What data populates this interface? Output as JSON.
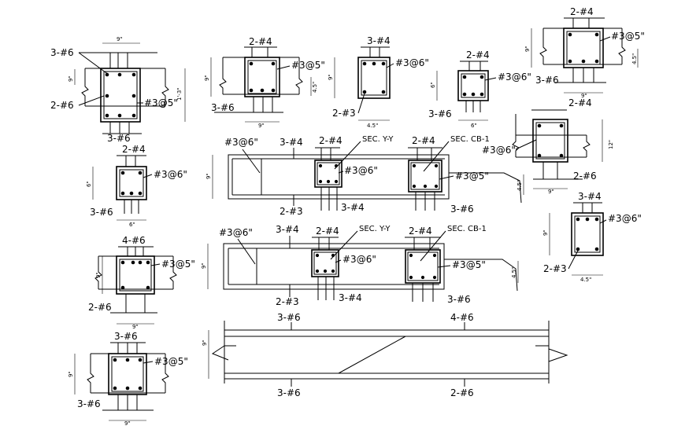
{
  "labels": {
    "s1_top": "3-#6",
    "s1_left": "2-#6",
    "s1_stir": "#3@5\"",
    "s1_bot": "3-#6",
    "s1_w": "9\"",
    "s1_h": "1'-3\"",
    "s2_top": "2-#4",
    "s2_stir": "#3@5\"",
    "s2_bot": "3-#6",
    "s2_w": "9\"",
    "s2_h": "9\"",
    "s2_side": "4.5\"",
    "s3_top": "3-#4",
    "s3_stir": "#3@6\"",
    "s3_bot": "2-#3",
    "s3_w": "4.5\"",
    "s3_h": "9\"",
    "s4_top": "2-#4",
    "s4_stir": "#3@6\"",
    "s4_bot": "3-#6",
    "s4_w": "6\"",
    "s4_h": "6\"",
    "s5_top": "2-#4",
    "s5_stir": "#3@5\"",
    "s5_mid": "3-#6",
    "s5_bot": "2-#4",
    "s5_w": "9\"",
    "s5_h": "9\"",
    "s5_side": "4.5\"",
    "s6_top": "2-#4",
    "s6_stir": "#3@6\"",
    "s6_bot": "3-#6",
    "s6_w": "6\"",
    "s6_h": "6\"",
    "b1_stir": "#3@6\"",
    "b1_top": "3-#4",
    "b1_bot": "2-#3",
    "b1_h": "9\"",
    "b1_sy_top": "2-#4",
    "b1_sy": "SEC. Y-Y",
    "b1_sy_stir": "#3@6\"",
    "b1_sy_bot": "3-#4",
    "b1_sc_top": "2-#4",
    "b1_sc": "SEC. CB-1",
    "b1_sc_stir": "#3@5\"",
    "b1_sc_bot": "3-#6",
    "s7_stir": "#3@6\"",
    "s7_bot": "2-#6",
    "s7_w": "9\"",
    "s7_h": "12\"",
    "s7_side": "4.5\"",
    "s8_top": "4-#6",
    "s8_stir": "#3@5\"",
    "s8_bot": "2-#6",
    "s8_w": "9\"",
    "s8_h": "9\"",
    "b2_stir": "#3@6\"",
    "b2_top": "3-#4",
    "b2_bot": "2-#3",
    "b2_h": "9\"",
    "b2_sy_top": "2-#4",
    "b2_sy": "SEC. Y-Y",
    "b2_sy_stir": "#3@6\"",
    "b2_sy_bot": "3-#4",
    "b2_sc_top": "2-#4",
    "b2_sc": "SEC. CB-1",
    "b2_sc_stir": "#3@5\"",
    "b2_sc_bot": "3-#6",
    "b2_side": "4.5\"",
    "s9_top": "3-#4",
    "s9_stir": "#3@6\"",
    "s9_bot": "2-#3",
    "s9_w": "4.5\"",
    "s9_h": "9\"",
    "s10_top": "3-#6",
    "s10_stir": "#3@5\"",
    "s10_bot": "3-#6",
    "s10_w": "9\"",
    "s10_h": "9\"",
    "b3_top_l": "3-#6",
    "b3_top_r": "4-#6",
    "b3_bot_l": "3-#6",
    "b3_bot_r": "2-#6",
    "b3_h": "9\""
  }
}
